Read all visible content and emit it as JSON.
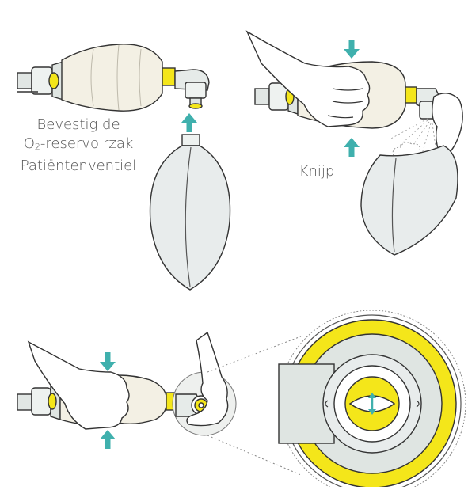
{
  "step1": {
    "line1": "Bevestig de",
    "line2_prefix": "O",
    "line2_subscript": "2",
    "line2_suffix": "-reservoirzak",
    "line3": "Patiëntenventiel"
  },
  "step2": {
    "label": "Knijp"
  },
  "colors": {
    "arrow": "#3fb0ad",
    "valve_yellow": "#f4e61a",
    "bag_fill": "#f3f0e4",
    "reservoir_fill": "#e8ecec",
    "outline": "#333333",
    "valve_grey": "#dfe5e2",
    "skin": "#ffffff"
  }
}
